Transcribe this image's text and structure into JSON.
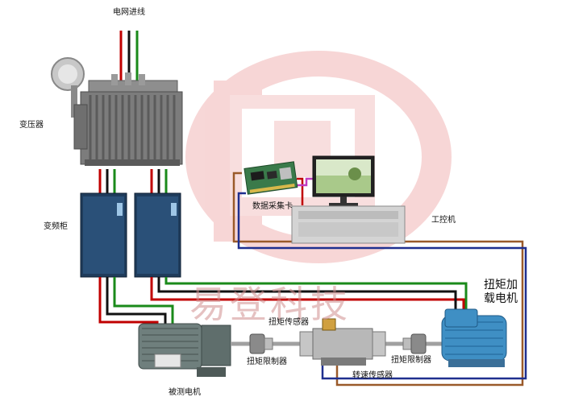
{
  "labels": {
    "grid_cable": "电网进线",
    "transformer": "变压器",
    "vfd": "变频柜",
    "daq_card": "数据采集卡",
    "ipc": "工控机",
    "torque_sensor": "扭矩传感器",
    "torque_limiter_left": "扭矩限制器",
    "torque_limiter_right": "扭矩限制器",
    "speed_sensor": "转速传感器",
    "motor_under_test": "被测电机",
    "load_motor": "扭矩加载电机",
    "watermark": "易登科技"
  },
  "colors": {
    "red_wire": "#c00000",
    "black_wire": "#111111",
    "green_wire": "#1a8a1a",
    "brown_wire": "#9a5a2a",
    "blue_wire": "#1f2f8f",
    "logo": "#e8a0a0"
  }
}
